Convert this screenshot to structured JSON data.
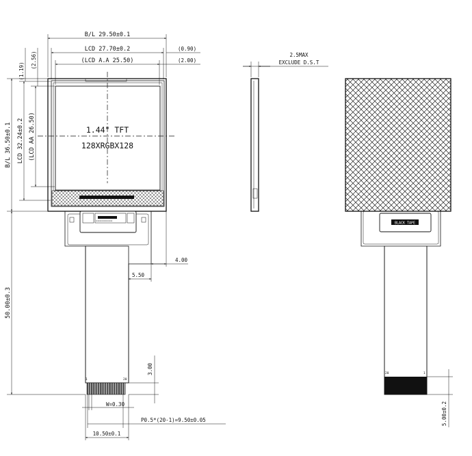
{
  "front_view": {
    "bl_width": "B/L 29.50±0.1",
    "lcd_width": "LCD 27.70±0.2",
    "lcd_aa_width": "(LCD A.A 25.50)",
    "gap_090": "(0.90)",
    "gap_200": "(2.00)",
    "top_119": "(1.19)",
    "top_256": "(2.56)",
    "bl_height": "B/L 36.50±0.1",
    "lcd_height": "LCD 32.24±0.2",
    "lcd_aa_height": "(LCD AA 26.50)",
    "product_title": "1.44\" TFT",
    "resolution": "128XRGBX128",
    "dim_400": "4.00",
    "dim_550": "5.50",
    "fpc_length": "50.00±0.3",
    "dim_300": "3.00",
    "pin_first": "1",
    "pin_last": "20",
    "pin_width": "W=0.30",
    "pitch_formula": "P0.5*(20-1)=9.50±0.05",
    "finger_width": "10.50±0.1"
  },
  "side_view": {
    "thickness": "2.5MAX",
    "thickness_note": "EXCLUDE D.S.T"
  },
  "back_view": {
    "tape_label": "BLACK TAPE",
    "pin_left": "20",
    "pin_right": "1",
    "stiffener_length": "5.00±0.2"
  }
}
